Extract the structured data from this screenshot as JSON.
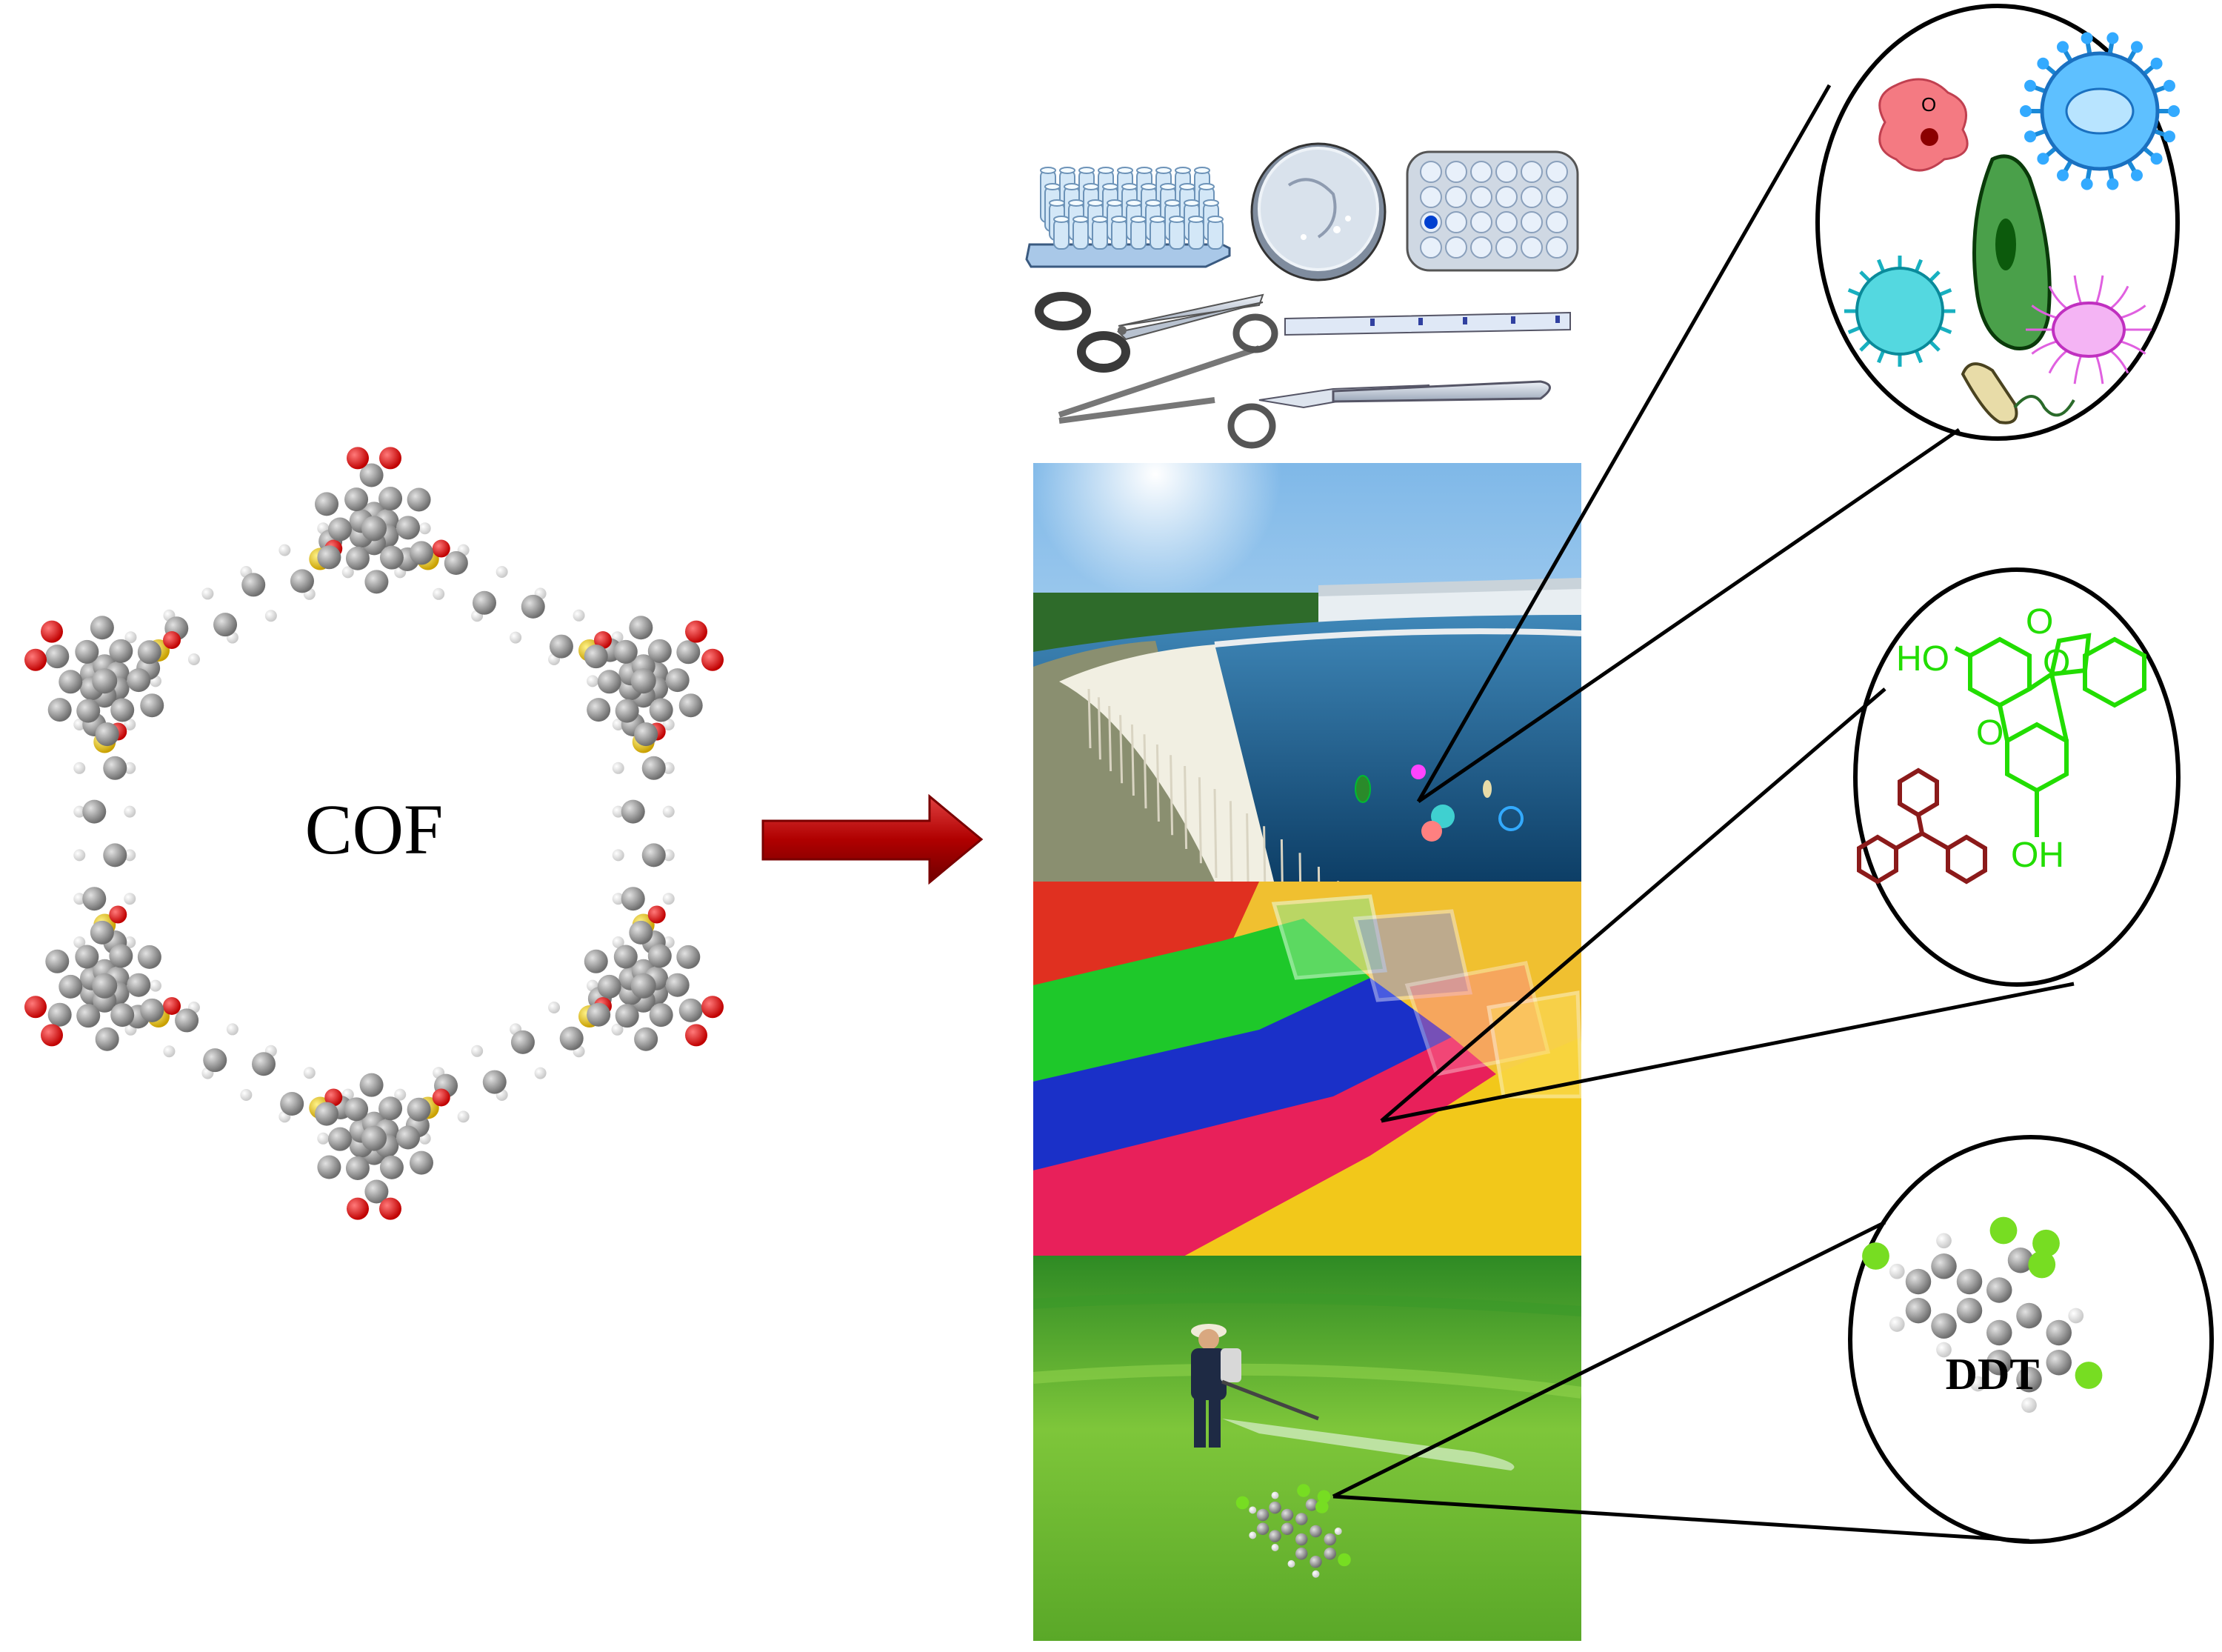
{
  "diagram": {
    "cof_label": "COF",
    "ddt_label": "DDT",
    "phenolphthalein": {
      "ho_label": "HO",
      "oh_label": "OH",
      "o_carbonyl_label": "O",
      "o_ring_label": "O",
      "o_ether_label": "O"
    },
    "microbe_label": "O"
  },
  "colors": {
    "carbon": "#8a8a8a",
    "oxygen": "#e00000",
    "sulfur": "#e8c000",
    "hydrogen": "#f2f2f2",
    "arrow": "#b00000",
    "phenolphthalein": "#22dd00",
    "triphenylmethane": "#8b1a1a",
    "chlorine": "#77dd22"
  },
  "icons": [
    "cof-framework-icon",
    "lab-tools-icon",
    "wastewater-tank-icon",
    "dye-powders-icon",
    "pesticide-spraying-icon",
    "microbes-icon",
    "phenolphthalein-structure-icon",
    "ddt-molecule-icon"
  ]
}
